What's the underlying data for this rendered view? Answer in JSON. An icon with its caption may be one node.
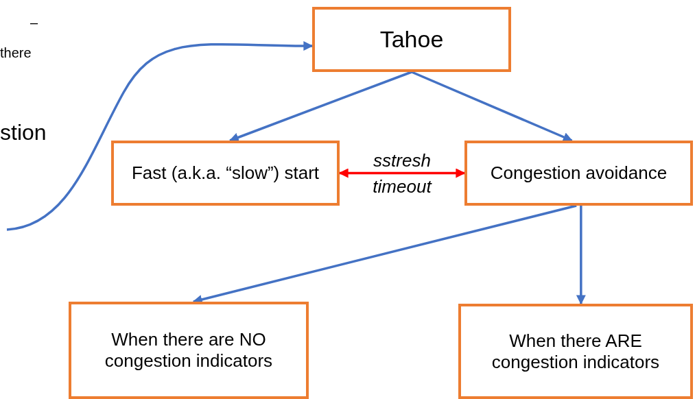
{
  "diagram": {
    "nodes": [
      {
        "text": [
          "Tahoe"
        ]
      },
      {
        "text": [
          "Fast (a.k.a. “slow”) start"
        ]
      },
      {
        "text": [
          "Congestion avoidance"
        ]
      },
      {
        "text": [
          "When there are NO congestion indicators"
        ]
      },
      {
        "text": [
          "When there ARE congestion indicators"
        ]
      }
    ],
    "edges": [
      {
        "from": 0,
        "to": 1,
        "arrow": "to"
      },
      {
        "from": 0,
        "to": 2,
        "arrow": "to"
      },
      {
        "from": 1,
        "to": 2,
        "arrow": "both",
        "label": "sstresh timeout",
        "color": "#ff0000"
      },
      {
        "from": 2,
        "to": 3,
        "arrow": "to"
      },
      {
        "from": 2,
        "to": 4,
        "arrow": "to"
      },
      {
        "from": null,
        "to": 0,
        "arrow": "to"
      }
    ],
    "labels": [
      "–",
      "there",
      "stion"
    ]
  }
}
